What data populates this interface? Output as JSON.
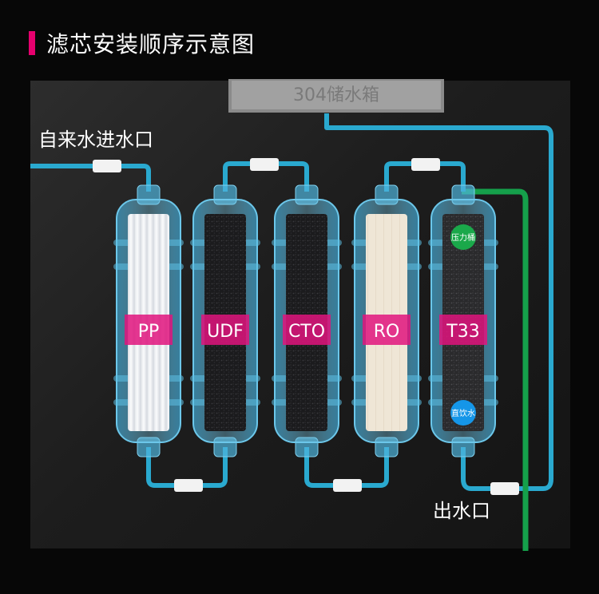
{
  "title": "滤芯安装顺序示意图",
  "tank_label": "304储水箱",
  "inlet_label": "自来水进水口",
  "outlet_label": "出水口",
  "filters": [
    {
      "label": "PP",
      "media": "white-fiber"
    },
    {
      "label": "UDF",
      "media": "black-carbon"
    },
    {
      "label": "CTO",
      "media": "black-carbon"
    },
    {
      "label": "RO",
      "media": "cream-membrane"
    },
    {
      "label": "T33",
      "media": "dark-carbon"
    }
  ],
  "badges": {
    "pressure_tank": "压力桶",
    "drinking_water": "直饮水"
  },
  "colors": {
    "accent": "#e6006e",
    "label_band": "#e0147e",
    "tube_blue": "#2aa9cf",
    "tube_green": "#15a04b",
    "badge_green": "#1aa84a",
    "badge_blue": "#1596e8",
    "housing": "#57b9e0"
  }
}
